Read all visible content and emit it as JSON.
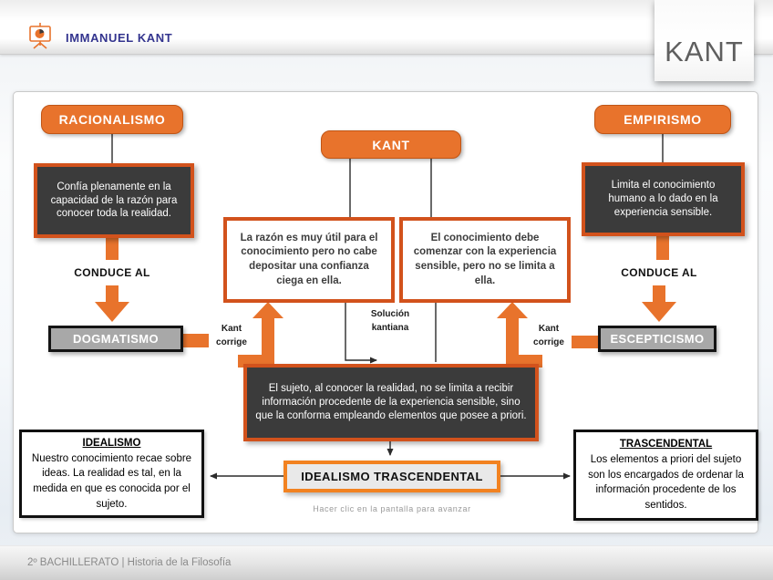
{
  "header": {
    "presentation_title": "IMMANUEL KANT",
    "corner_card": "KANT"
  },
  "diagram": {
    "racionalismo_label": "RACIONALISMO",
    "kant_label": "KANT",
    "empirismo_label": "EMPIRISMO",
    "racionalismo_desc": "Confía plenamente en la capacidad de la razón para conocer toda la realidad.",
    "empirismo_desc": "Limita el conocimiento humano a lo dado en la experiencia sensible.",
    "conduce_al_left": "CONDUCE AL",
    "conduce_al_right": "CONDUCE AL",
    "dogmatismo_label": "DOGMATISMO",
    "escepticismo_label": "ESCEPTICISMO",
    "kant_corrige_left": "Kant corrige",
    "kant_corrige_right": "Kant corrige",
    "kant_razon_box": "La razón es muy útil para el conocimiento pero no cabe depositar una confianza ciega en ella.",
    "kant_experiencia_box": "El conocimiento debe comenzar con la experiencia sensible, pero no se limita a ella.",
    "solucion_kantiana": "Solución kantiana",
    "sintesis_box": "El sujeto, al conocer la realidad, no se limita a recibir información procedente de la experiencia sensible, sino que la conforma empleando elementos que posee a priori.",
    "idealismo": {
      "title": "IDEALISMO",
      "desc": "Nuestro conocimiento recae sobre ideas. La realidad es tal, en la medida en que es conocida por el sujeto."
    },
    "trascendental": {
      "title": "TRASCENDENTAL",
      "desc": "Los elementos a priori del sujeto son los encargados de ordenar la información procedente de los sentidos."
    },
    "idealismo_trascendental_label": "IDEALISMO TRASCENDENTAL",
    "advance_hint": "Hacer clic en la pantalla para avanzar"
  },
  "footer": {
    "course_label": "2º BACHILLERATO | Historia de la Filosofía"
  },
  "colors": {
    "accent_orange": "#E8732C",
    "orange_border": "#D2521C",
    "bright_orange_border": "#F28220",
    "dark_box_fill": "#3B3B3B",
    "gray_box_fill": "#A8A8A8",
    "header_title_blue": "#33348E"
  }
}
